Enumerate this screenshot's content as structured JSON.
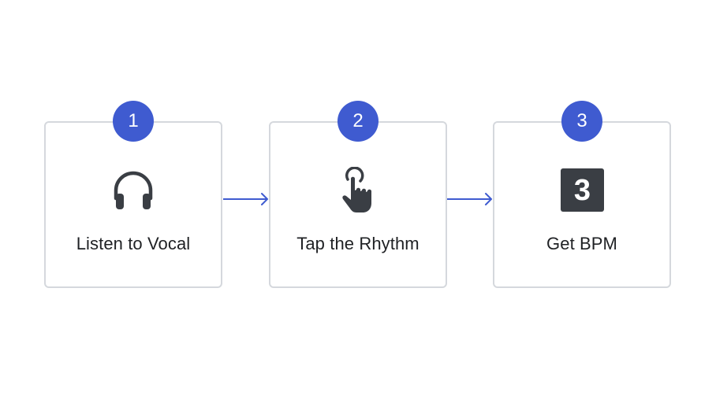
{
  "steps": [
    {
      "number": "1",
      "label": "Listen to Vocal",
      "icon": "headphones-icon"
    },
    {
      "number": "2",
      "label": "Tap the Rhythm",
      "icon": "tap-hand-icon"
    },
    {
      "number": "3",
      "label": "Get BPM",
      "icon": "number-three-icon",
      "icon_text": "3"
    }
  ],
  "colors": {
    "accent": "#3f5bd0",
    "card_border": "#d5d8dd",
    "icon": "#3a3e44",
    "arrow": "#3f5bd0",
    "text": "#1f2124"
  }
}
